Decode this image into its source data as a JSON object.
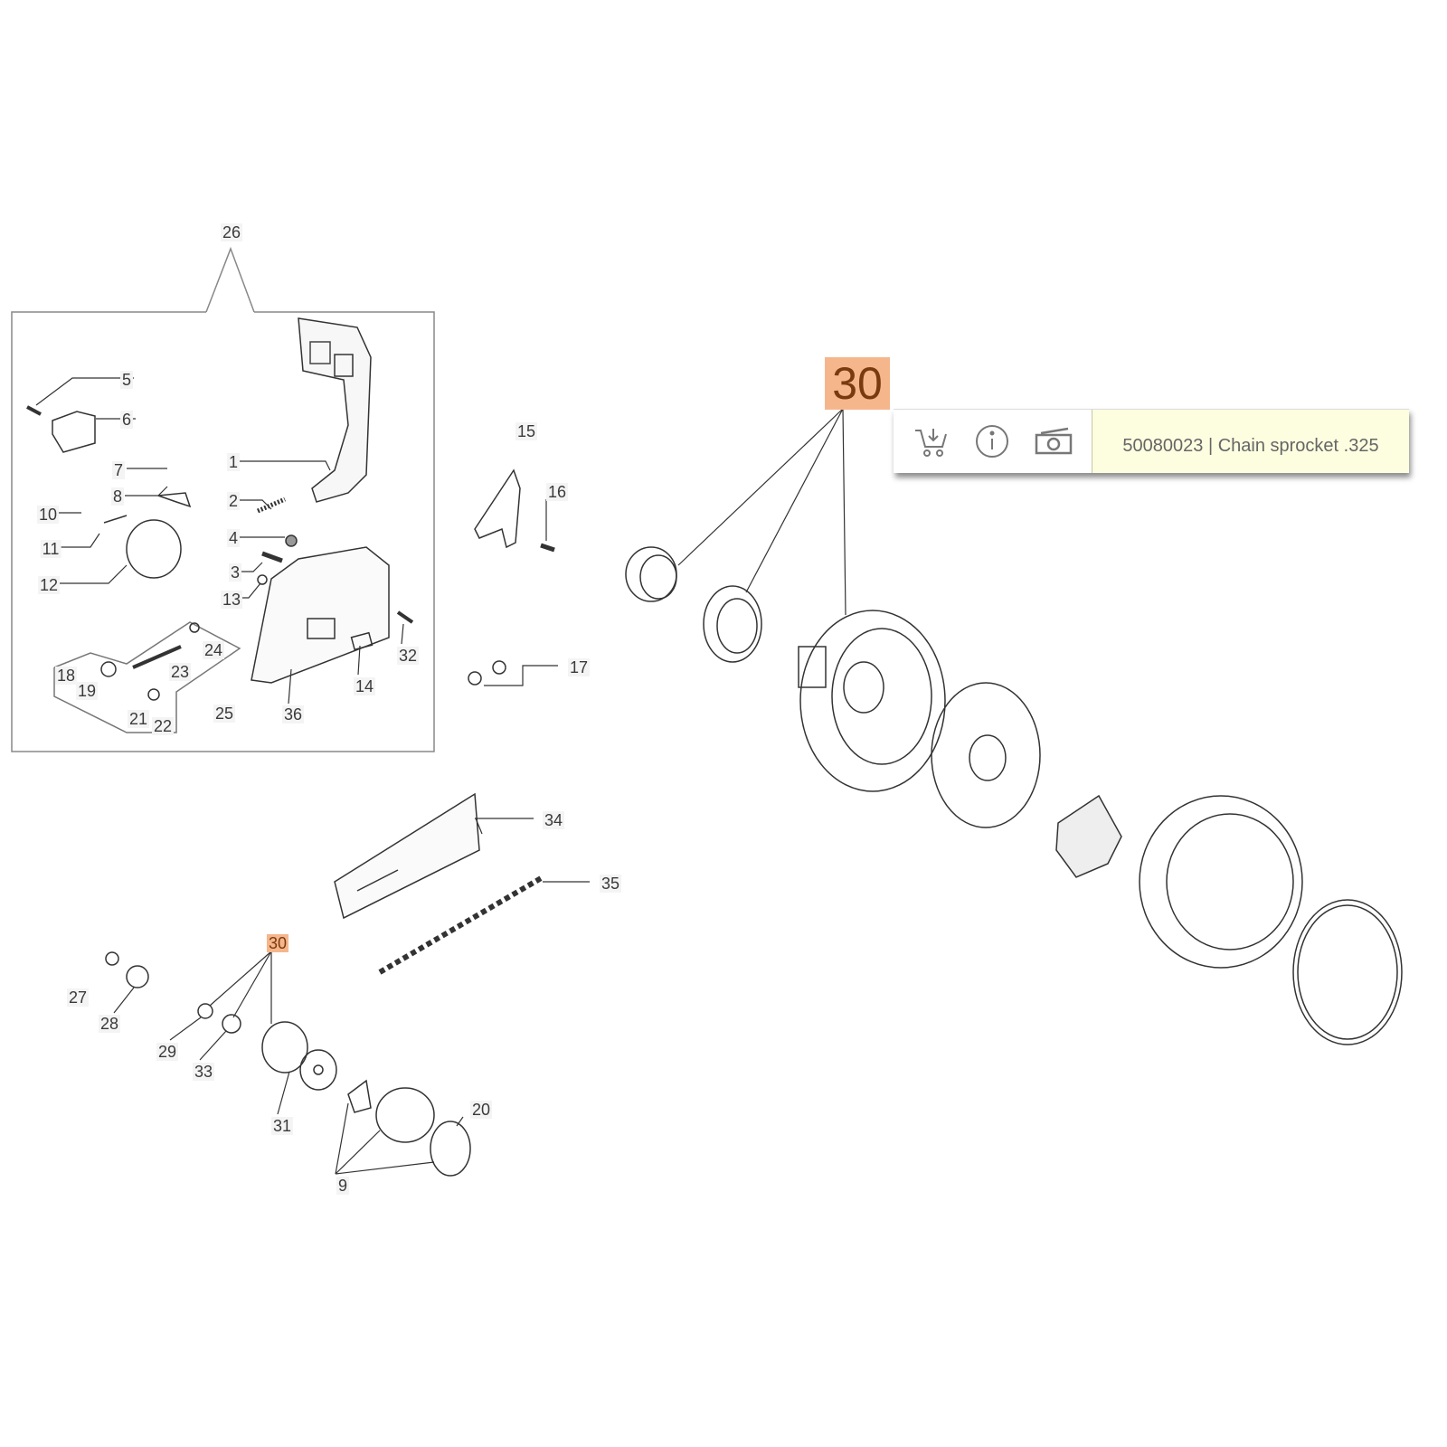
{
  "diagram": {
    "highlighted_callout": "30",
    "highlight_color": "#f6b68c",
    "callouts": {
      "n1": "1",
      "n2": "2",
      "n3": "3",
      "n4": "4",
      "n5": "5",
      "n6": "6",
      "n7": "7",
      "n8": "8",
      "n9": "9",
      "n10": "10",
      "n11": "11",
      "n12": "12",
      "n13": "13",
      "n14": "14",
      "n15": "15",
      "n16": "16",
      "n17": "17",
      "n18": "18",
      "n19": "19",
      "n20": "20",
      "n21": "21",
      "n22": "22",
      "n23": "23",
      "n24": "24",
      "n25": "25",
      "n26": "26",
      "n27": "27",
      "n28": "28",
      "n29": "29",
      "n30": "30",
      "n31": "31",
      "n32": "32",
      "n33": "33",
      "n34": "34",
      "n35": "35",
      "n36": "36"
    }
  },
  "tooltip": {
    "icons": [
      "add-to-cart-icon",
      "info-icon",
      "price-icon"
    ],
    "text": "50080023 | Chain sprocket .325",
    "background": "#fdfde0"
  }
}
